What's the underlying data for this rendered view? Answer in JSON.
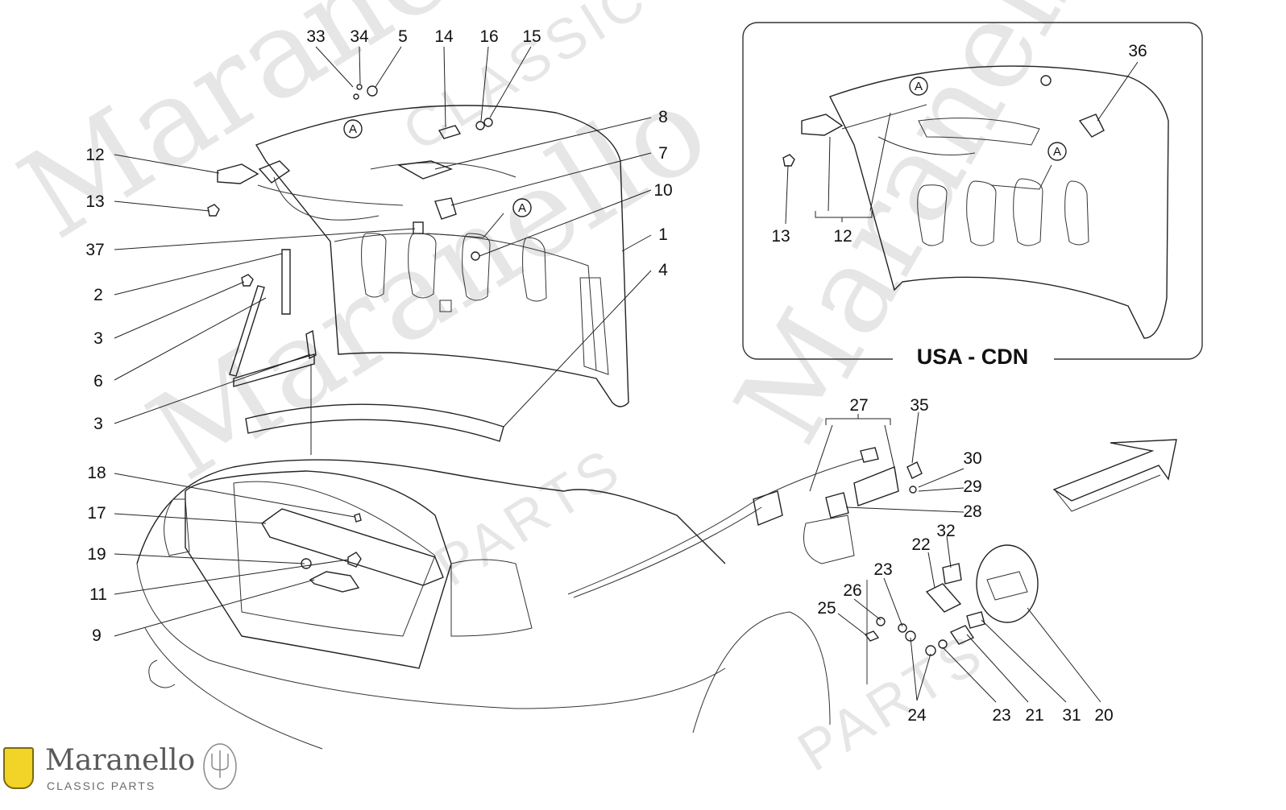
{
  "diagram": {
    "inset_title": "USA - CDN",
    "reference_marker": "A",
    "callouts_main": [
      "33",
      "34",
      "5",
      "14",
      "16",
      "15",
      "8",
      "7",
      "10",
      "1",
      "4",
      "12",
      "13",
      "37",
      "2",
      "3",
      "6",
      "3",
      "18",
      "17",
      "19",
      "11",
      "9",
      "27",
      "35",
      "30",
      "29",
      "28",
      "22",
      "32",
      "23",
      "26",
      "25",
      "24",
      "23",
      "21",
      "31",
      "20"
    ],
    "callouts_inset": [
      "36",
      "13",
      "12"
    ]
  },
  "branding": {
    "name": "Maranello",
    "tagline": "CLASSIC PARTS",
    "watermark_word": "Maranello",
    "watermark_sub1": "CLASSIC",
    "watermark_sub2": "PARTS"
  },
  "colors": {
    "line": "#222222",
    "watermark": "#c9c9c9",
    "shield_yellow": "#f2d327"
  }
}
